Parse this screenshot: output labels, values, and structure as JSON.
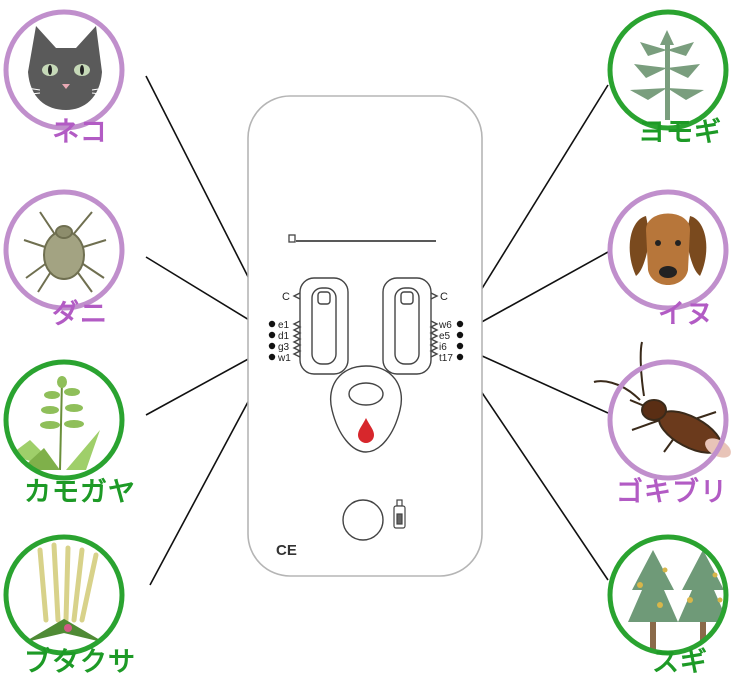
{
  "colors": {
    "indoor": "#c08fcc",
    "outdoor": "#2aa330",
    "line": "#111111",
    "drop": "#d7272c",
    "device_stroke": "#b5b5b5"
  },
  "allergens": [
    {
      "id": "cat",
      "label": "ネコ",
      "group": "indoor",
      "icon": "cat-icon"
    },
    {
      "id": "mite",
      "label": "ダニ",
      "group": "indoor",
      "icon": "mite-icon"
    },
    {
      "id": "ragweed",
      "label": "カモガヤ",
      "group": "outdoor",
      "icon": "grass-icon"
    },
    {
      "id": "ambrosia",
      "label": "ブタクサ",
      "group": "outdoor",
      "icon": "ragweed-icon"
    },
    {
      "id": "mugwort",
      "label": "ヨモギ",
      "group": "outdoor",
      "icon": "mugwort-icon"
    },
    {
      "id": "dog",
      "label": "イヌ",
      "group": "indoor",
      "icon": "dog-icon"
    },
    {
      "id": "cockroach",
      "label": "ゴキブリ",
      "group": "indoor",
      "icon": "cockroach-icon"
    },
    {
      "id": "cedar",
      "label": "スギ",
      "group": "outdoor",
      "icon": "cedar-icon"
    }
  ],
  "device": {
    "left_codes": [
      "e1",
      "d1",
      "g3",
      "w1"
    ],
    "right_codes": [
      "w6",
      "e5",
      "i6",
      "t17"
    ],
    "control": "C",
    "ce_mark": "CE"
  }
}
